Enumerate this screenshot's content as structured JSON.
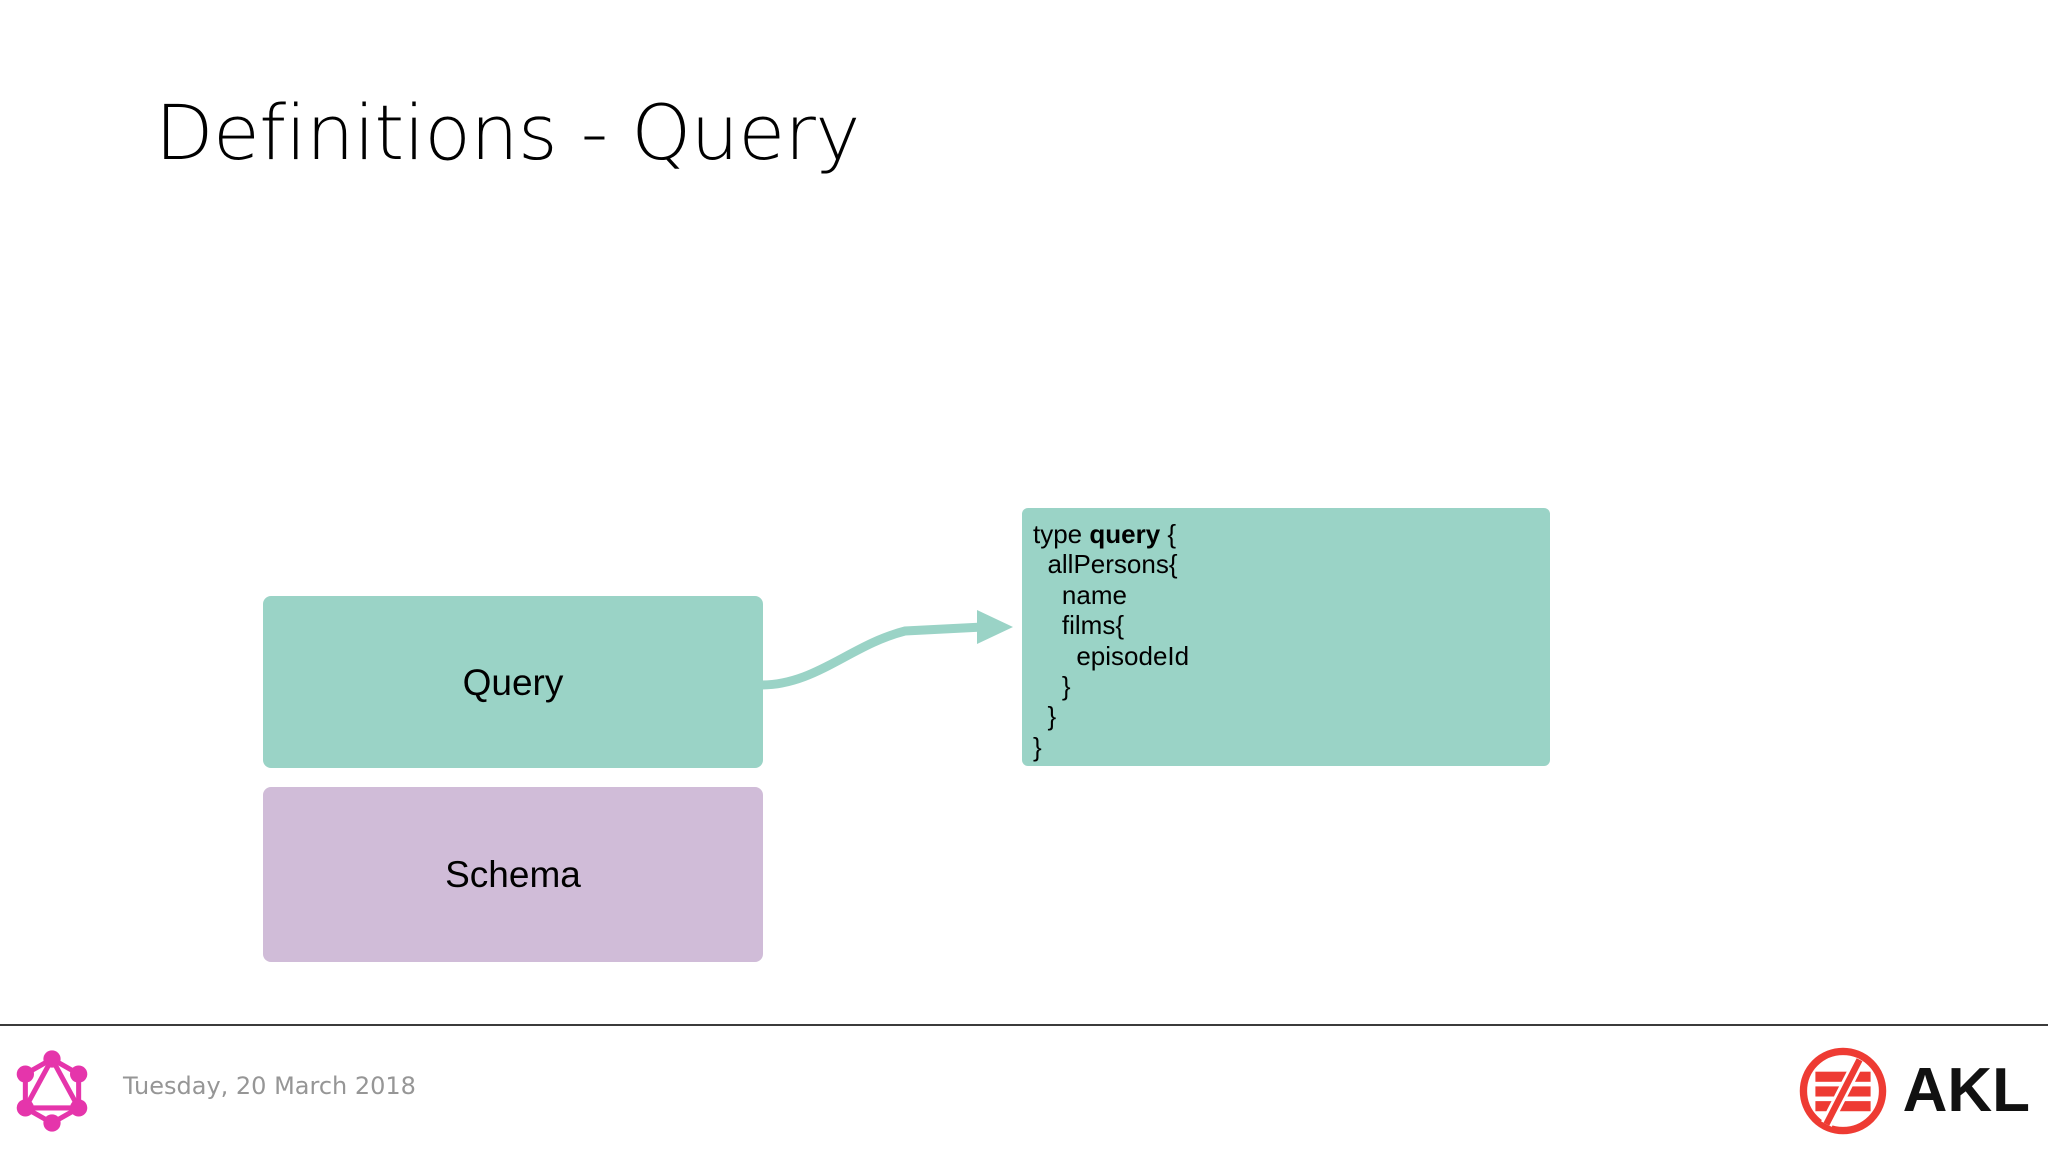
{
  "slide": {
    "title": "Definitions - Query",
    "background_color": "#FFFFFF"
  },
  "diagram": {
    "boxes": [
      {
        "id": "query",
        "label": "Query",
        "color": "#9AD3C6"
      },
      {
        "id": "schema",
        "label": "Schema",
        "color": "#D0BCD8"
      }
    ],
    "arrow": {
      "name": "query-to-code-arrow",
      "color": "#9AD3C6",
      "from": "Query",
      "to": "code-block"
    }
  },
  "code_block": {
    "color": "#9AD3C6",
    "language": "graphql",
    "lines": [
      {
        "prefix": "type ",
        "bold": "query",
        "suffix": " {"
      },
      {
        "prefix": "  allPersons{",
        "bold": "",
        "suffix": ""
      },
      {
        "prefix": "    name",
        "bold": "",
        "suffix": ""
      },
      {
        "prefix": "    films{",
        "bold": "",
        "suffix": ""
      },
      {
        "prefix": "      episodeId",
        "bold": "",
        "suffix": ""
      },
      {
        "prefix": "    }",
        "bold": "",
        "suffix": ""
      },
      {
        "prefix": "  }",
        "bold": "",
        "suffix": ""
      },
      {
        "prefix": "}",
        "bold": "",
        "suffix": ""
      }
    ]
  },
  "footer": {
    "date": "Tuesday, 20 March 2018",
    "date_color": "#969696",
    "rule_color": "#3B3B3B",
    "graphql_logo": {
      "name": "graphql-logo",
      "color": "#E535AB"
    },
    "akl_logo": {
      "name": "akl-logo",
      "wordmark": "AKL",
      "mark_color": "#EE3B33",
      "wordmark_color": "#111111"
    }
  }
}
